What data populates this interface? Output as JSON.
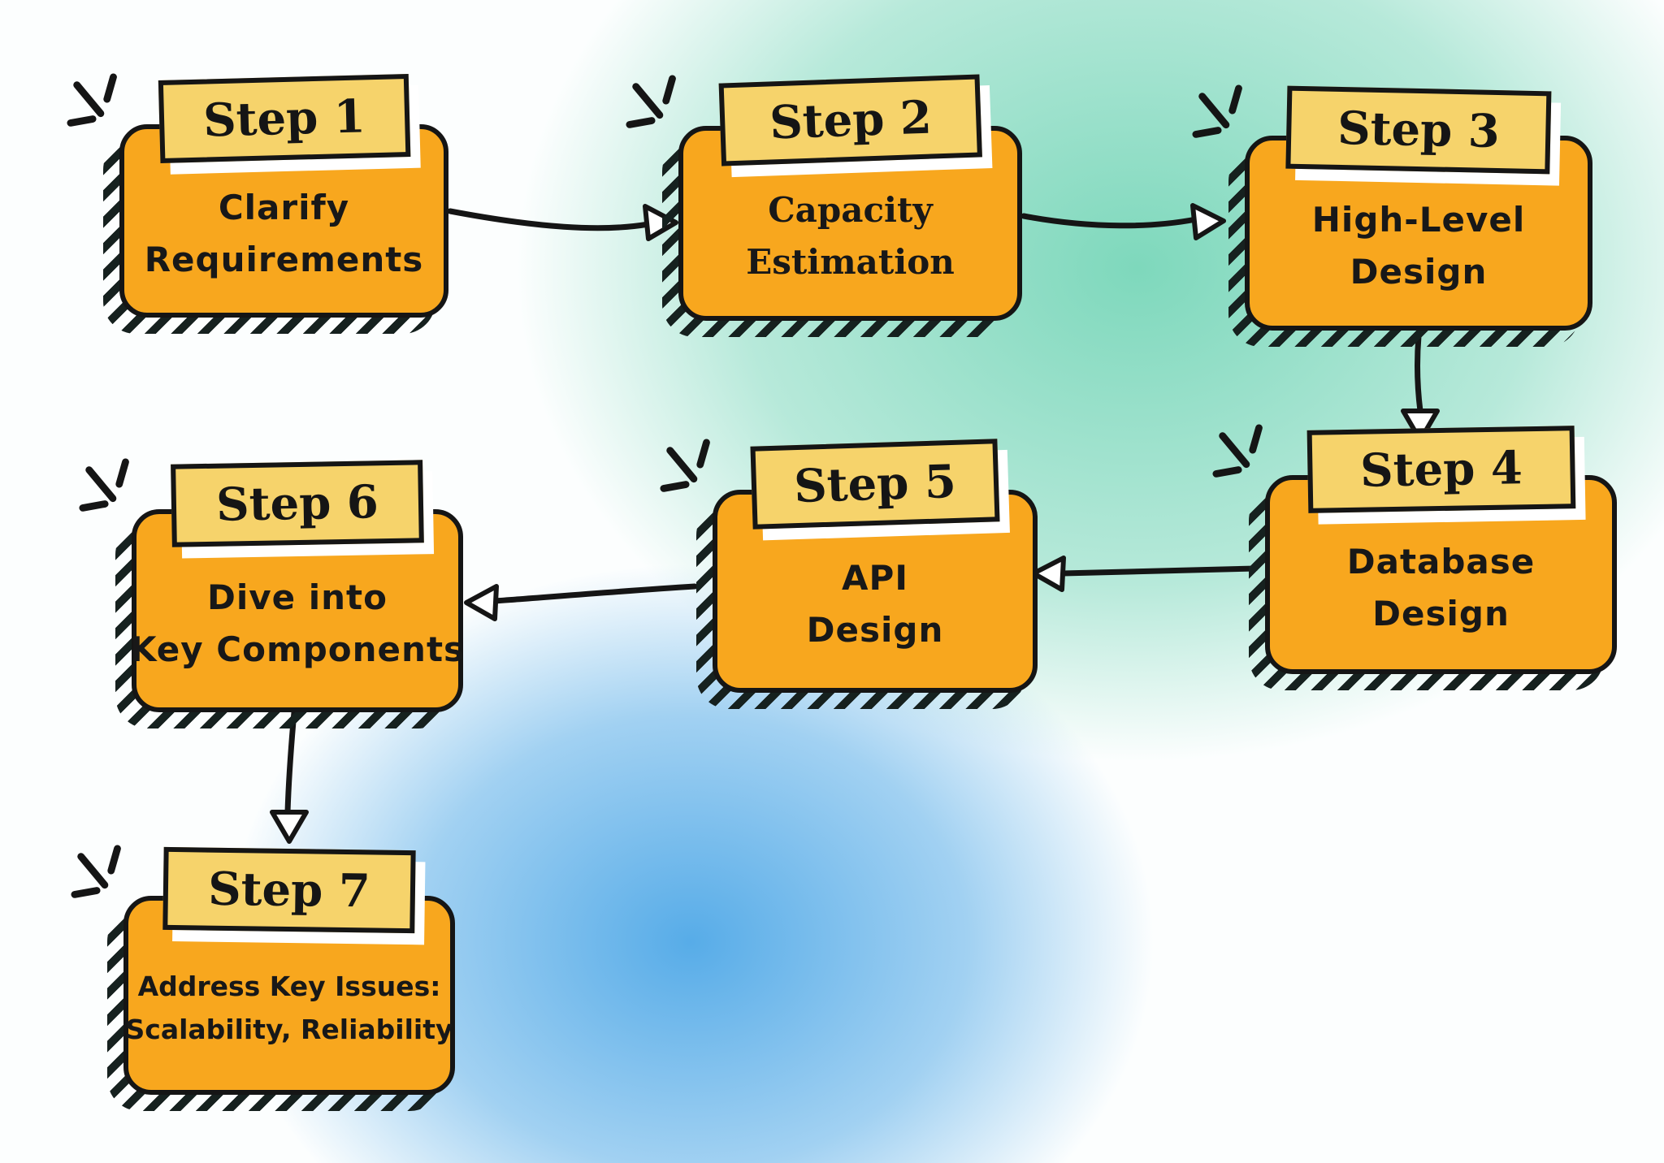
{
  "diagram": {
    "type": "flowchart",
    "steps": [
      {
        "number": "Step 1",
        "lines": [
          "Clarify",
          "Requirements"
        ]
      },
      {
        "number": "Step 2",
        "lines": [
          "Capacity",
          "Estimation"
        ]
      },
      {
        "number": "Step 3",
        "lines": [
          "High-Level",
          "Design"
        ]
      },
      {
        "number": "Step 4",
        "lines": [
          "Database",
          "Design"
        ]
      },
      {
        "number": "Step 5",
        "lines": [
          "API",
          "Design"
        ]
      },
      {
        "number": "Step 6",
        "lines": [
          "Dive into",
          "Key Components"
        ]
      },
      {
        "number": "Step 7",
        "lines": [
          "Address Key Issues:",
          "Scalability, Reliability"
        ]
      }
    ],
    "connections": [
      {
        "from": "Step 1",
        "to": "Step 2",
        "direction": "right"
      },
      {
        "from": "Step 2",
        "to": "Step 3",
        "direction": "right"
      },
      {
        "from": "Step 3",
        "to": "Step 4",
        "direction": "down"
      },
      {
        "from": "Step 4",
        "to": "Step 5",
        "direction": "left"
      },
      {
        "from": "Step 5",
        "to": "Step 6",
        "direction": "left"
      },
      {
        "from": "Step 6",
        "to": "Step 7",
        "direction": "down"
      }
    ]
  },
  "colors": {
    "card_fill": "#F8A71E",
    "label_fill": "#F6D36B",
    "outline": "#151515",
    "arrow": "#151515",
    "arrowhead_fill": "#FFFFFF",
    "bg_teal": "#7ED8BC",
    "bg_blue": "#57ACE8",
    "shadow_white": "#FFFFFF"
  }
}
